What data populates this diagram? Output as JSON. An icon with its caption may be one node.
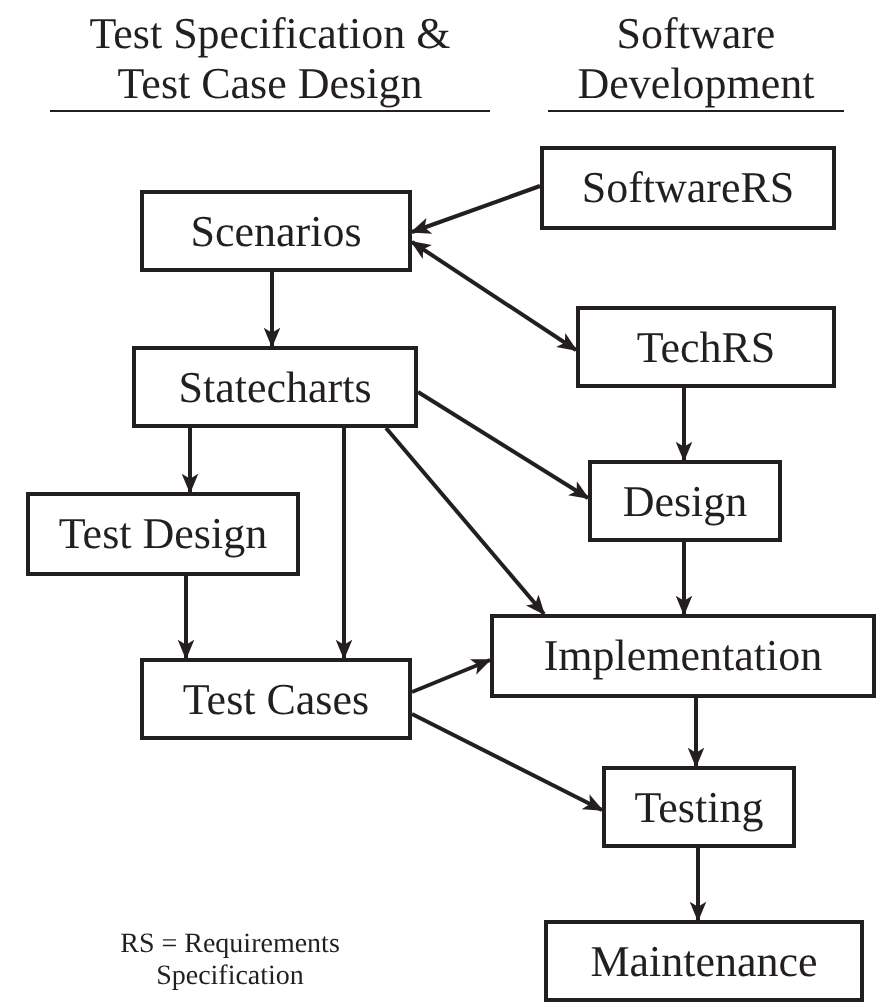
{
  "diagram": {
    "nodes": [
      {
        "text": [
          "SoftwareRS"
        ]
      },
      {
        "text": [
          "Scenarios"
        ]
      },
      {
        "text": [
          "TechRS"
        ]
      },
      {
        "text": [
          "Statecharts"
        ]
      },
      {
        "text": [
          "Design"
        ]
      },
      {
        "text": [
          "Test Design"
        ]
      },
      {
        "text": [
          "Implementation"
        ]
      },
      {
        "text": [
          "Test Cases"
        ]
      },
      {
        "text": [
          "Testing"
        ]
      },
      {
        "text": [
          "Maintenance"
        ]
      }
    ],
    "edges": [
      {
        "from": 0,
        "to": 1,
        "arrow": "to"
      },
      {
        "from": 1,
        "to": 2,
        "arrow": "both"
      },
      {
        "from": 1,
        "to": 3,
        "arrow": "to"
      },
      {
        "from": 2,
        "to": 4,
        "arrow": "to"
      },
      {
        "from": 3,
        "to": 4,
        "arrow": "to"
      },
      {
        "from": 3,
        "to": 5,
        "arrow": "to"
      },
      {
        "from": 3,
        "to": 7,
        "arrow": "to"
      },
      {
        "from": 3,
        "to": 6,
        "arrow": "to"
      },
      {
        "from": 4,
        "to": 6,
        "arrow": "to"
      },
      {
        "from": 5,
        "to": 7,
        "arrow": "to"
      },
      {
        "from": 7,
        "to": 6,
        "arrow": "to"
      },
      {
        "from": 7,
        "to": 8,
        "arrow": "to"
      },
      {
        "from": 6,
        "to": 8,
        "arrow": "to"
      },
      {
        "from": 8,
        "to": 9,
        "arrow": "to"
      }
    ],
    "labels": [
      "Test Specification & Test Case Design",
      "Software Development",
      "RS = Requirements Specification"
    ]
  }
}
